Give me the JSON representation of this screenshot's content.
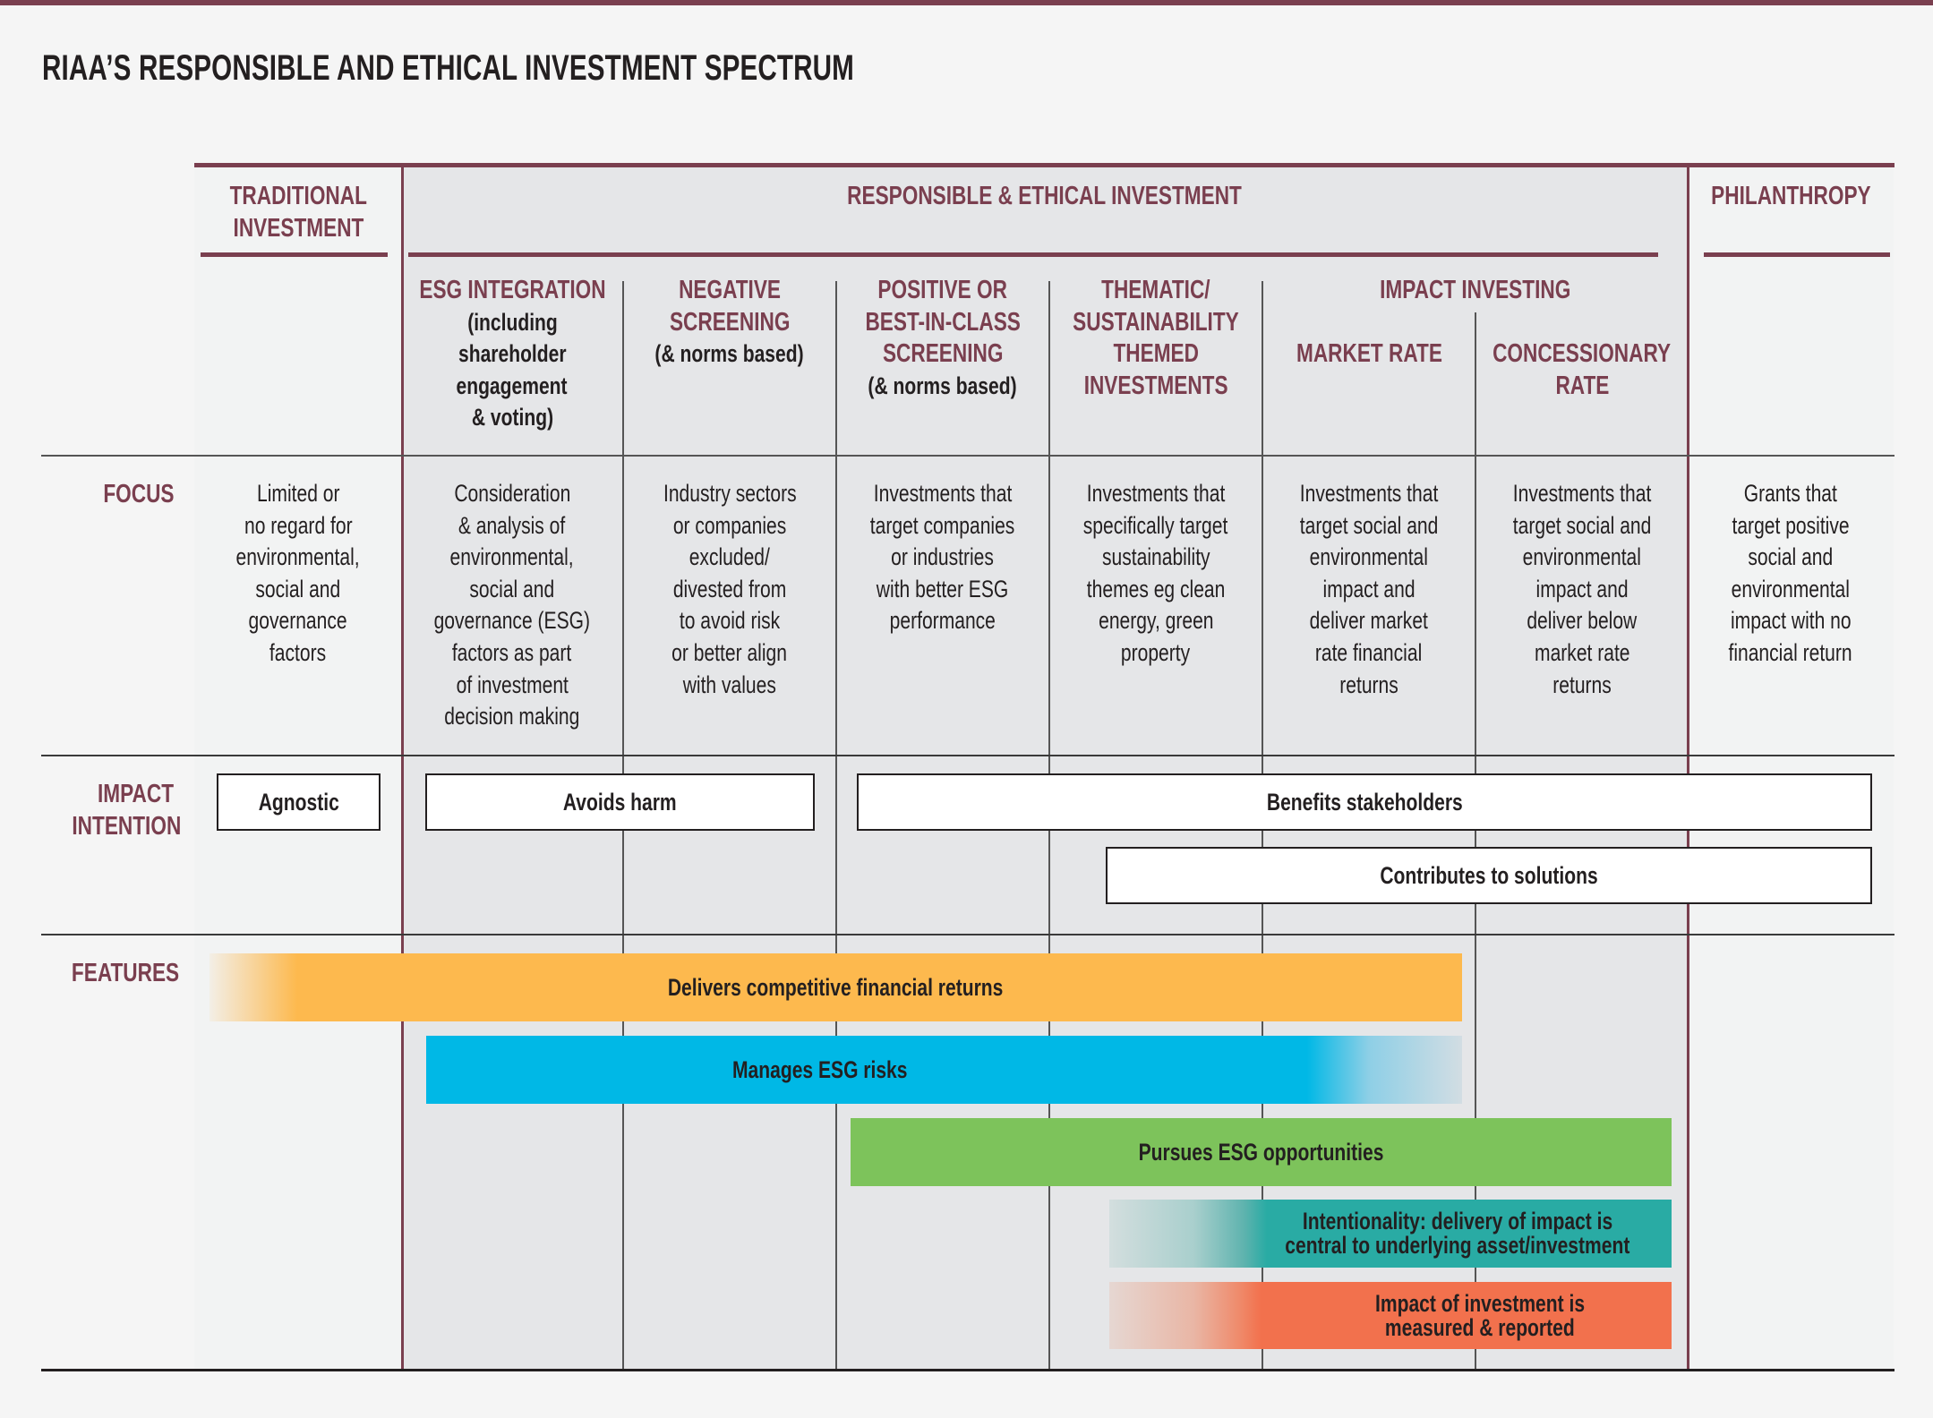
{
  "title": "RIAA’S RESPONSIBLE AND ETHICAL INVESTMENT SPECTRUM",
  "colors": {
    "maroon": "#7A3F4F",
    "text": "#231F20",
    "page_bg": "#F5F5F5",
    "responsible_bg": "#E5E6E8",
    "orange": "#FDB94E",
    "blue": "#00B8E6",
    "green": "#7DC35B",
    "teal": "#29ABA4",
    "red": "#F2714D"
  },
  "groups": {
    "traditional": "TRADITIONAL INVESTMENT",
    "traditional_l1": "TRADITIONAL",
    "traditional_l2": "INVESTMENT",
    "responsible": "RESPONSIBLE & ETHICAL INVESTMENT",
    "philanthropy": "PHILANTHROPY"
  },
  "columns": [
    {
      "title_lines": [
        "ESG INTEGRATION"
      ],
      "sub_lines": [
        "(including",
        "shareholder",
        "engagement",
        "& voting)"
      ]
    },
    {
      "title_lines": [
        "NEGATIVE",
        "SCREENING"
      ],
      "sub_lines": [
        "(& norms based)"
      ]
    },
    {
      "title_lines": [
        "POSITIVE OR",
        "BEST-IN-CLASS",
        "SCREENING"
      ],
      "sub_lines": [
        "(& norms based)"
      ]
    },
    {
      "title_lines": [
        "THEMATIC/",
        "SUSTAINABILITY",
        "THEMED",
        "INVESTMENTS"
      ],
      "sub_lines": []
    },
    {
      "group": "IMPACT INVESTING",
      "title_lines": [
        "MARKET RATE"
      ],
      "sub_lines": []
    },
    {
      "title_lines": [
        "CONCESSIONARY",
        "RATE"
      ],
      "sub_lines": []
    }
  ],
  "rows": {
    "focus": {
      "label": "FOCUS",
      "cells": [
        [
          "Limited or",
          "no regard for",
          "environmental,",
          "social and",
          "governance",
          "factors"
        ],
        [
          "Consideration",
          "& analysis of",
          "environmental,",
          "social and",
          "governance (ESG)",
          "factors as part",
          "of investment",
          "decision making"
        ],
        [
          "Industry sectors",
          "or companies",
          "excluded/",
          "divested from",
          "to avoid risk",
          "or better align",
          "with values"
        ],
        [
          "Investments that",
          "target companies",
          "or industries",
          "with better ESG",
          "performance"
        ],
        [
          "Investments that",
          "specifically target",
          "sustainability",
          "themes eg clean",
          "energy, green",
          "property"
        ],
        [
          "Investments that",
          "target social and",
          "environmental",
          "impact and",
          "deliver market",
          "rate financial",
          "returns"
        ],
        [
          "Investments that",
          "target social and",
          "environmental",
          "impact and",
          "deliver below",
          "market rate",
          "returns"
        ],
        [
          "Grants that",
          "target positive",
          "social and",
          "environmental",
          "impact with no",
          "financial return"
        ]
      ]
    },
    "impact_intention": {
      "label_l1": "IMPACT",
      "label_l2": "INTENTION",
      "boxes": [
        "Agnostic",
        "Avoids harm",
        "Benefits stakeholders",
        "Contributes to solutions"
      ]
    },
    "features": {
      "label": "FEATURES",
      "bars": [
        {
          "lines": [
            "Delivers competitive financial returns"
          ]
        },
        {
          "lines": [
            "Manages ESG risks"
          ]
        },
        {
          "lines": [
            "Pursues ESG opportunities"
          ]
        },
        {
          "lines": [
            "Intentionality: delivery of impact is",
            "central to underlying asset/investment"
          ]
        },
        {
          "lines": [
            "Impact of investment is",
            "measured & reported"
          ]
        }
      ]
    }
  }
}
